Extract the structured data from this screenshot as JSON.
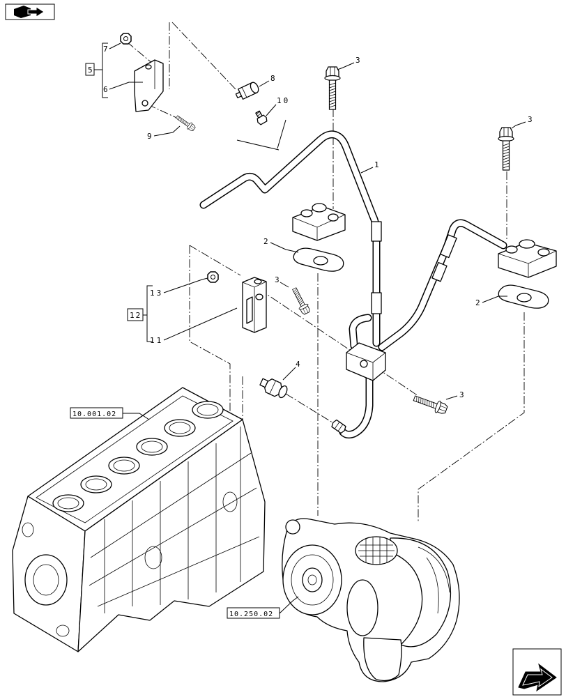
{
  "navigation": {
    "top_icon": "book-arrow-icon",
    "bottom_icon": "next-page-arrow-icon"
  },
  "callouts": {
    "bolt_top": "3",
    "sensor": "8",
    "small_fitting": "10",
    "bolt_right": "3",
    "pipe": "1",
    "gasket_left": "2",
    "gasket_right": "2",
    "bolt_clip": "3",
    "nut_clip": "13",
    "clip": "11",
    "nut_bracket": "7",
    "bracket": "6",
    "bolt_bracket": "9",
    "union_fitting": "4",
    "bolt_junction": "3"
  },
  "assemblies": {
    "bracket_kit": "5",
    "clip_kit": "12"
  },
  "references": {
    "engine_block": "10.001.02",
    "turbocharger": "10.250.02"
  }
}
